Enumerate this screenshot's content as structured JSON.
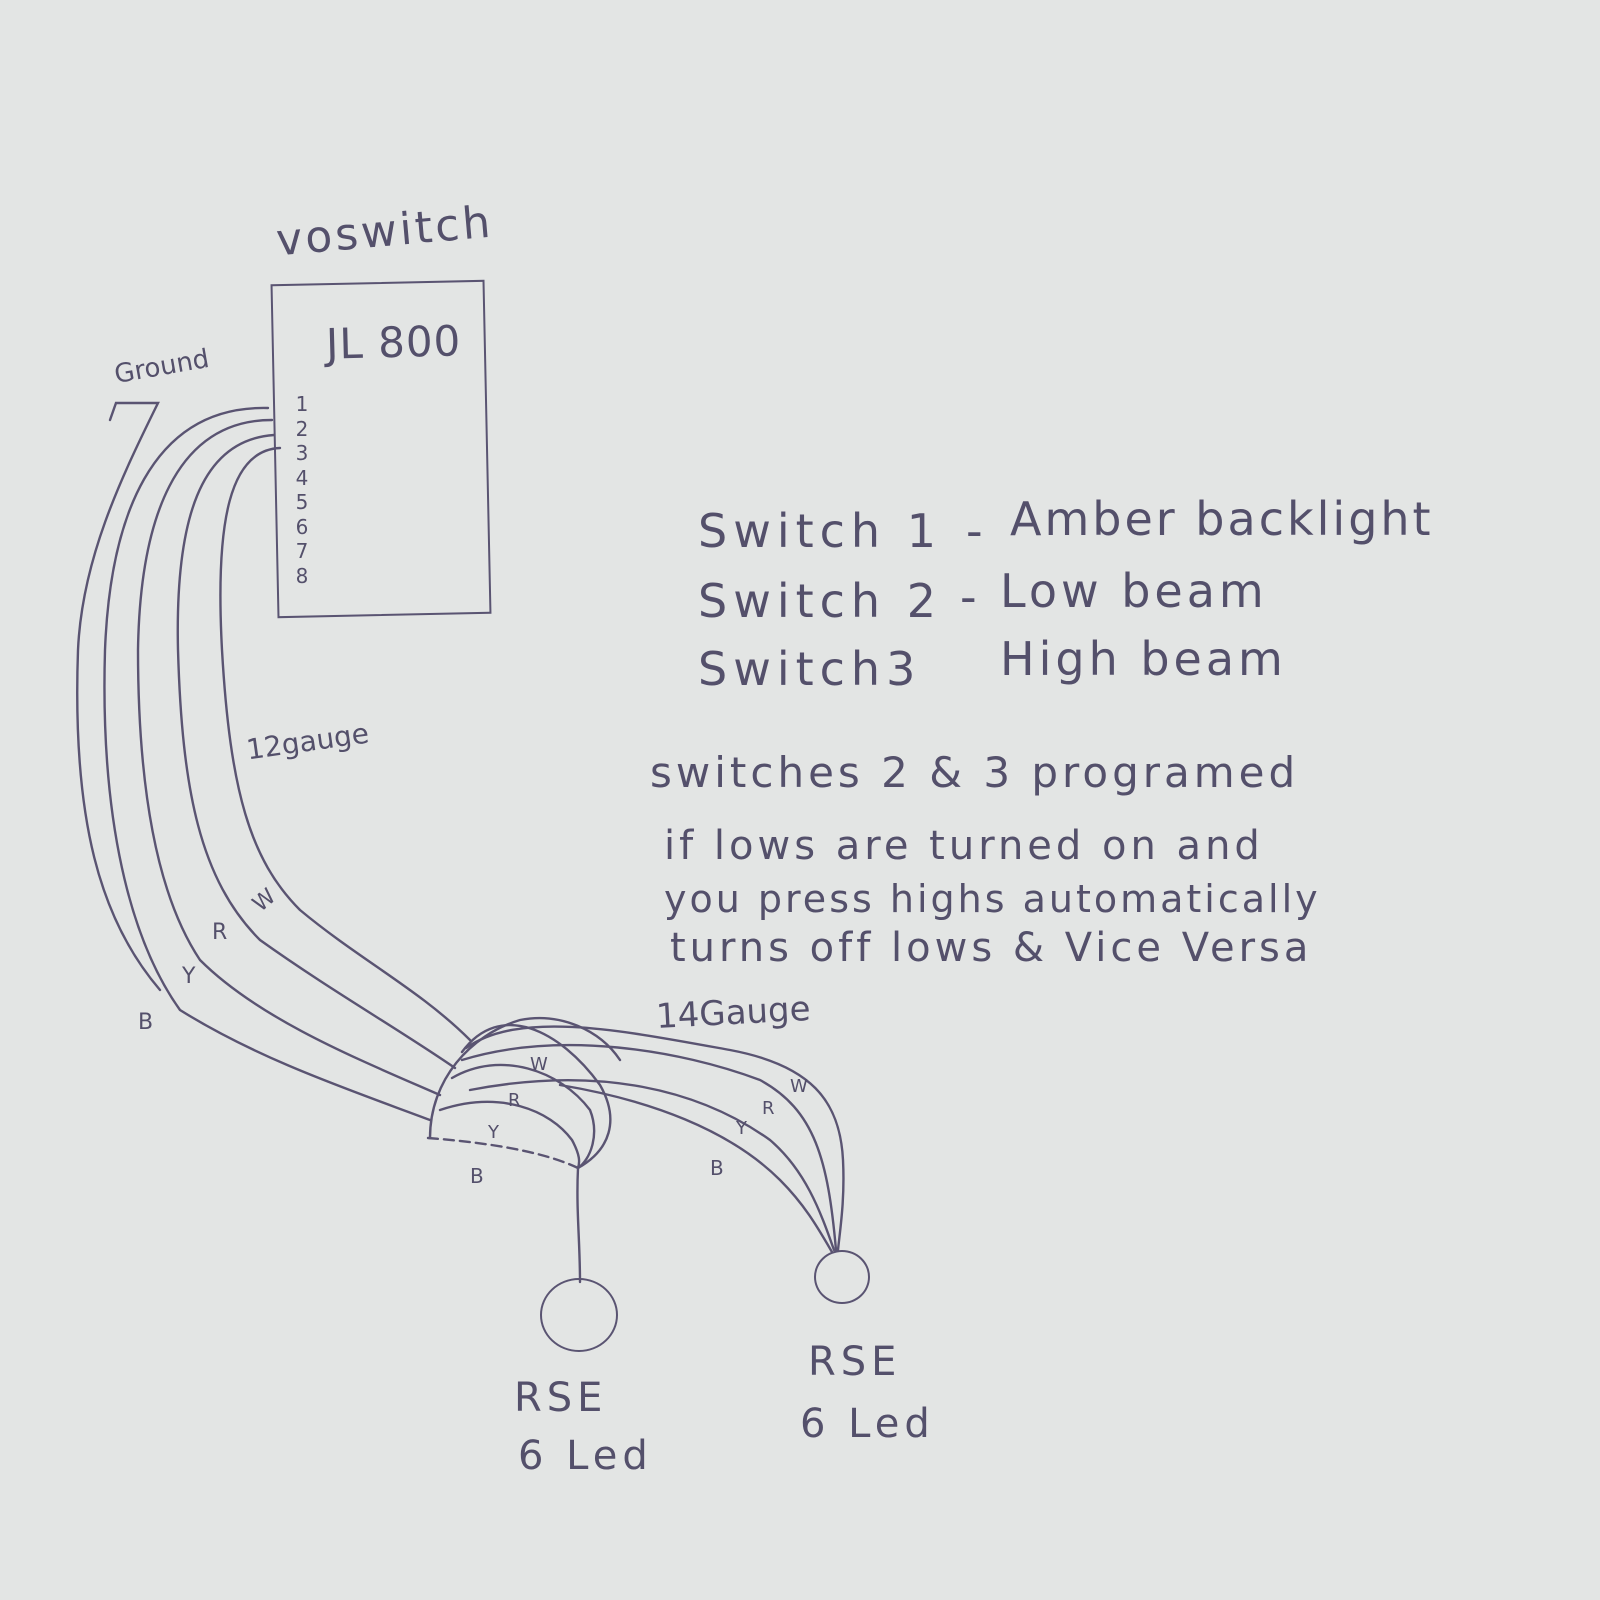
{
  "device": {
    "brand": "voswitch",
    "model": "JL 800",
    "pins": [
      "1",
      "2",
      "3",
      "4",
      "5",
      "6",
      "7",
      "8"
    ]
  },
  "wiring": {
    "ground_label": "Ground",
    "gauge_main": "12gauge",
    "gauge_branch": "14Gauge",
    "wire_letters_main": [
      "W",
      "R",
      "Y",
      "B"
    ],
    "wire_letters_left": [
      "W",
      "R",
      "Y",
      "B"
    ],
    "wire_letters_right": [
      "W",
      "R",
      "Y",
      "B"
    ]
  },
  "switch_map": [
    {
      "switch": "Switch 1",
      "sep": "-",
      "function": "Amber backlight"
    },
    {
      "switch": "Switch 2",
      "sep": "-",
      "function": "Low beam"
    },
    {
      "switch": "Switch3",
      "sep": "",
      "function": "High beam"
    }
  ],
  "note_lines": [
    "switches 2 & 3 programed",
    "if lows are turned on and",
    "you press highs automatically",
    "turns off lows & Vice Versa"
  ],
  "lights": [
    {
      "name": "RSE",
      "desc": "6 Led"
    },
    {
      "name": "RSE",
      "desc": "6 Led"
    }
  ]
}
